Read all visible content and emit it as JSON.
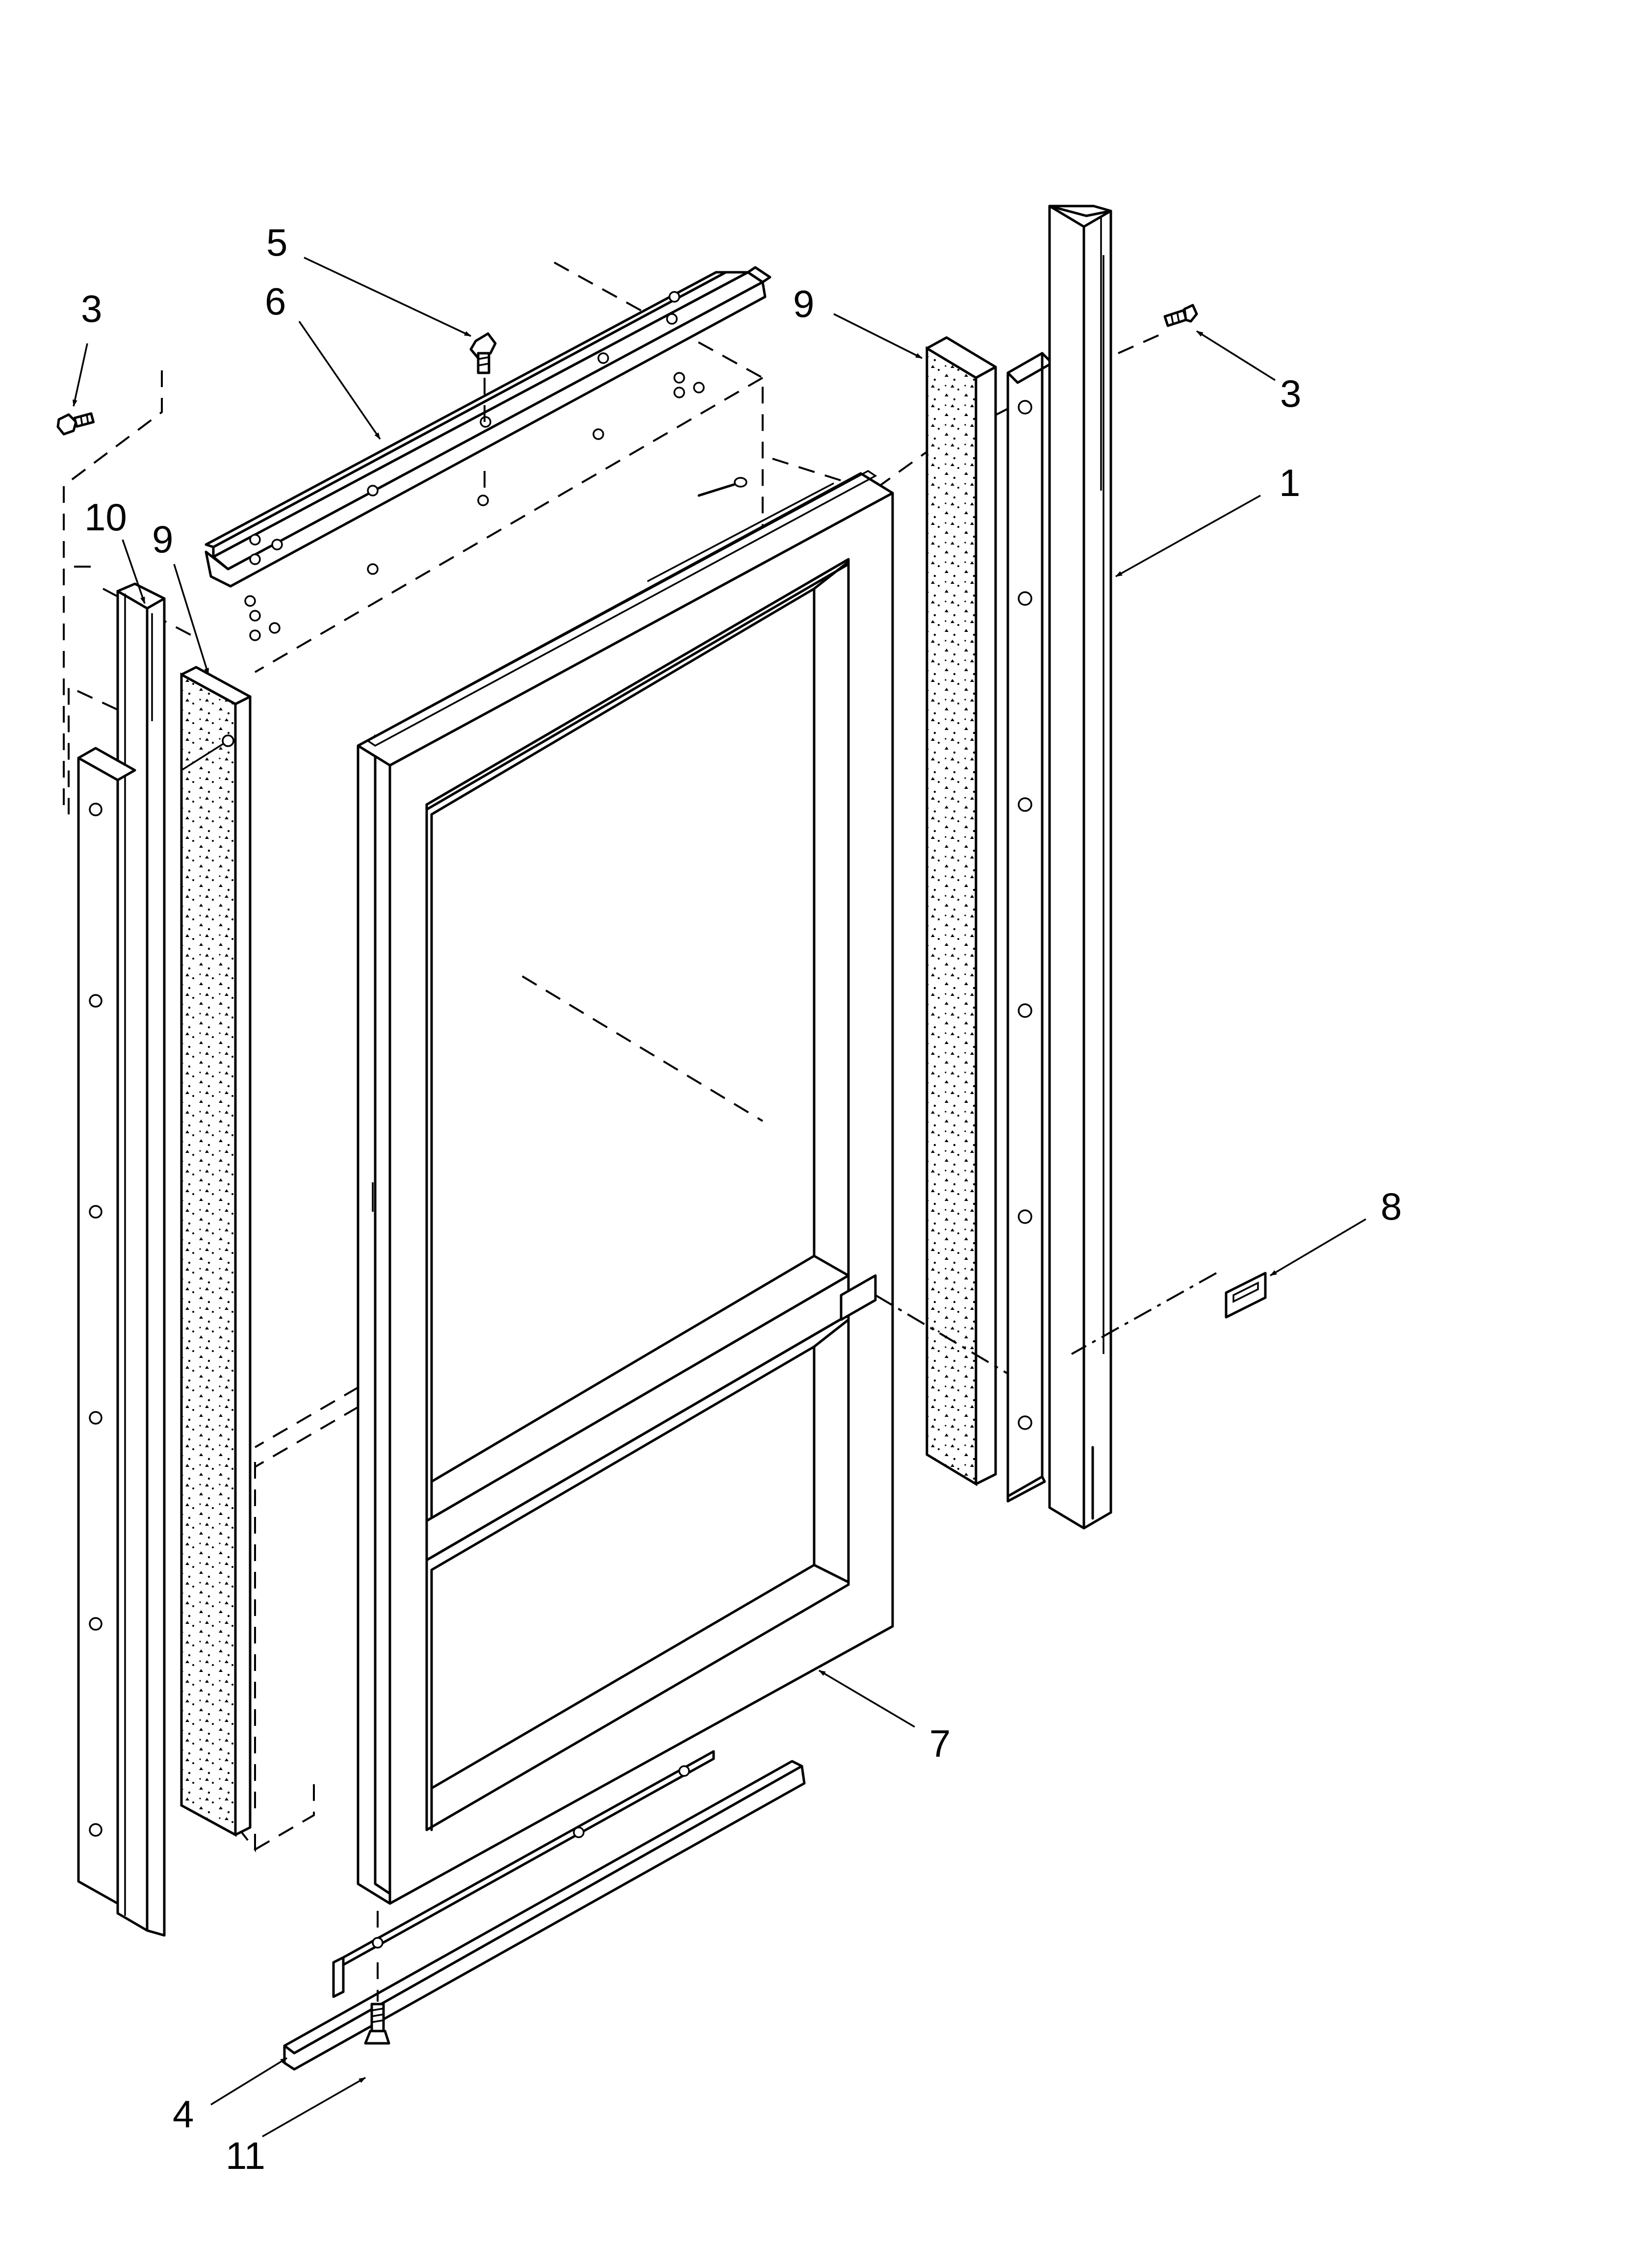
{
  "labels": [
    {
      "id": "label-3-top-left",
      "text": "3"
    },
    {
      "id": "label-5",
      "text": "5"
    },
    {
      "id": "label-6",
      "text": "6"
    },
    {
      "id": "label-9-top-right",
      "text": "9"
    },
    {
      "id": "label-3-right",
      "text": "3"
    },
    {
      "id": "label-1",
      "text": "1"
    },
    {
      "id": "label-10",
      "text": "10"
    },
    {
      "id": "label-9-left",
      "text": "9"
    },
    {
      "id": "label-8",
      "text": "8"
    },
    {
      "id": "label-7",
      "text": "7"
    },
    {
      "id": "label-4",
      "text": "4"
    },
    {
      "id": "label-11",
      "text": "11"
    }
  ]
}
